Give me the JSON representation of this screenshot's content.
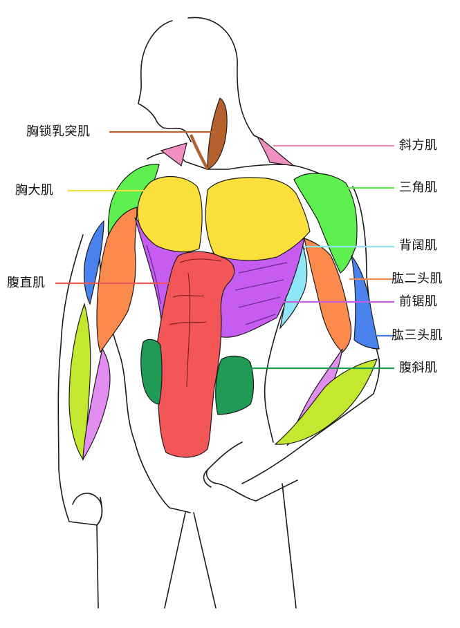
{
  "diagram": {
    "type": "anatomy-muscle-chart",
    "subject": "upper body muscles (front view)"
  },
  "labels": {
    "sternocleidomastoid": {
      "text": "胸锁乳突肌",
      "color": "#b8632f",
      "side": "left"
    },
    "pectoralis_major": {
      "text": "胸大肌",
      "color": "#f0e040",
      "side": "left"
    },
    "rectus_abdominis": {
      "text": "腹直肌",
      "color": "#ee5555",
      "side": "left"
    },
    "trapezius": {
      "text": "斜方肌",
      "color": "#f08cbc",
      "side": "right"
    },
    "deltoid": {
      "text": "三角肌",
      "color": "#5be84e",
      "side": "right"
    },
    "latissimus_dorsi": {
      "text": "背阔肌",
      "color": "#8fe0f0",
      "side": "right"
    },
    "biceps": {
      "text": "肱二头肌",
      "color": "#f08a55",
      "side": "right"
    },
    "serratus_anterior": {
      "text": "前锯肌",
      "color": "#c35ee0",
      "side": "right"
    },
    "triceps": {
      "text": "肱三头肌",
      "color": "#3a78e0",
      "side": "right"
    },
    "obliques": {
      "text": "腹斜肌",
      "color": "#1f9b55",
      "side": "right"
    }
  },
  "muscle_colors": {
    "sternocleidomastoid": "#b5612d",
    "trapezius": "#f08fc0",
    "deltoid": "#5ef04f",
    "pectoralis": "#fbe03c",
    "serratus": "#c65df0",
    "rectus": "#f25656",
    "obliques": "#1f9b55",
    "biceps": "#fb8a4c",
    "triceps": "#4a82ee",
    "latissimus": "#8ee6f8",
    "forearm_flexor": "#c2e830",
    "forearm_pink": "#e28ef0"
  }
}
